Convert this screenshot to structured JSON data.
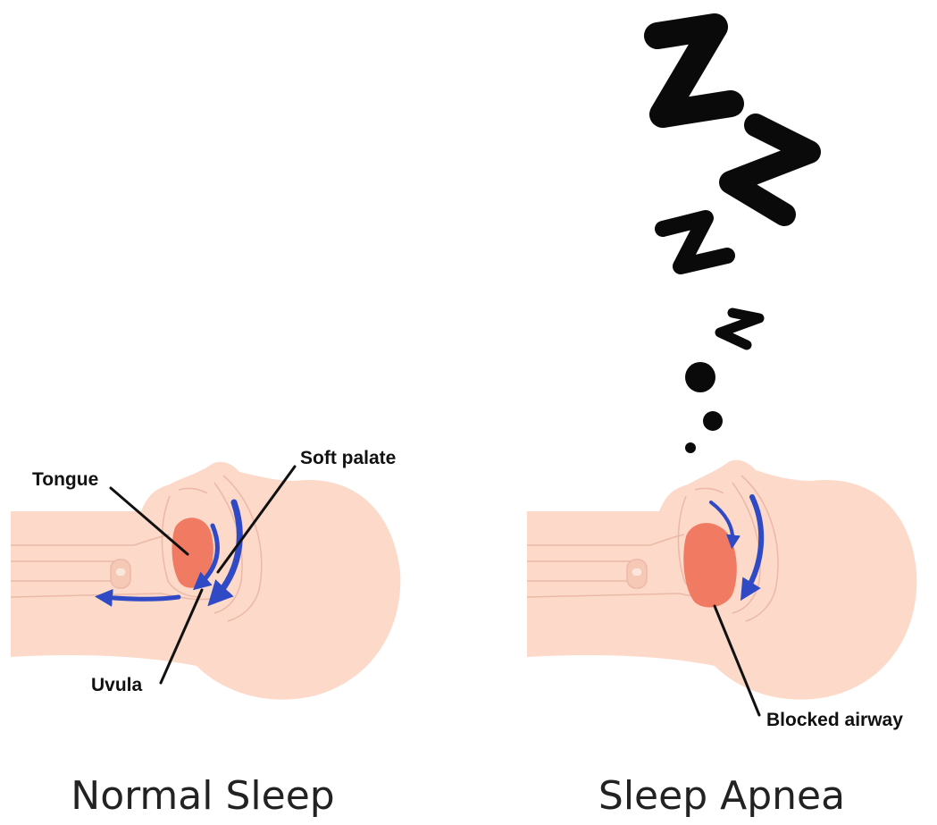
{
  "panels": {
    "normal": {
      "caption": "Normal Sleep",
      "labels": {
        "tongue": "Tongue",
        "soft_palate": "Soft palate",
        "uvula": "Uvula"
      }
    },
    "apnea": {
      "caption": "Sleep Apnea",
      "labels": {
        "blocked_airway": "Blocked airway"
      }
    }
  },
  "colors": {
    "skin": "#fcd9c8",
    "skin_line": "#ecb9a8",
    "tongue": "#f07a62",
    "airflow": "#2f4ac4",
    "snore": "#0a0a0a",
    "text": "#111111"
  },
  "icons": [
    "snore-z-icon",
    "airflow-arrow-icon"
  ]
}
